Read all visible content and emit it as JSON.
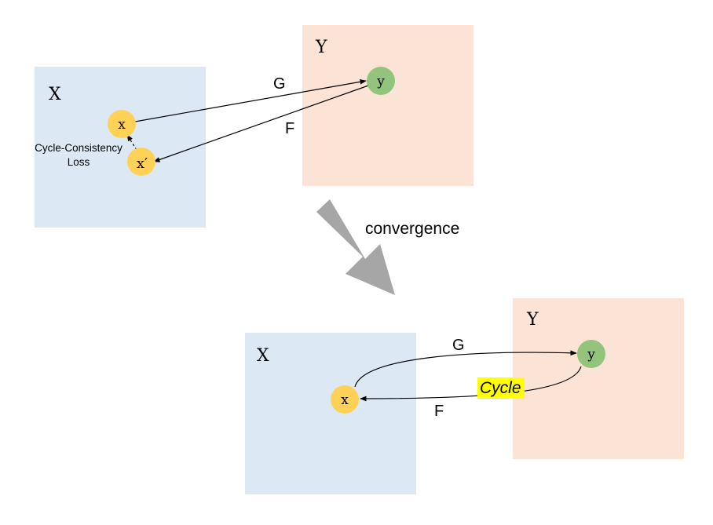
{
  "top": {
    "domain_x_label": "X",
    "domain_y_label": "Y",
    "node_x": "x",
    "node_x_prime": "x′",
    "node_y": "y",
    "edge_g": "G",
    "edge_f": "F",
    "loss_line1": "Cycle-Consistency",
    "loss_line2": "Loss"
  },
  "arrow_label": "convergence",
  "bottom": {
    "domain_x_label": "X",
    "domain_y_label": "Y",
    "node_x": "x",
    "node_y": "y",
    "edge_g": "G",
    "edge_f": "F",
    "cycle_label": "Cycle"
  },
  "colors": {
    "domain_x_fill": "#dde8f5",
    "domain_y_fill": "#fbe3d6",
    "node_x_fill": "#ffd157",
    "node_y_fill": "#92c47c",
    "arrow_gray": "#a6a6a6",
    "highlight": "#ffff00"
  }
}
